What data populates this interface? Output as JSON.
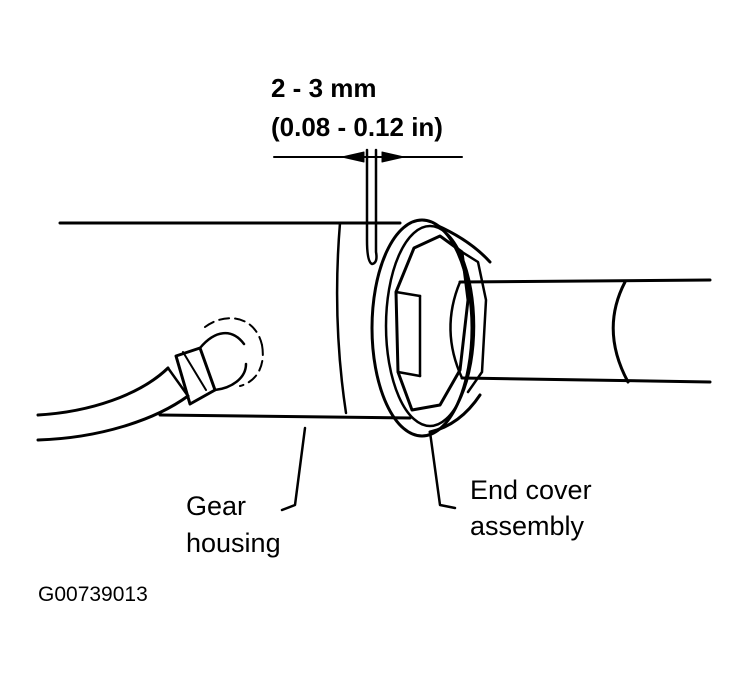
{
  "dimension": {
    "metric": "2 - 3 mm",
    "imperial": "(0.08 - 0.12 in)"
  },
  "labels": {
    "gear_housing": [
      "Gear",
      "housing"
    ],
    "end_cover": [
      "End cover",
      "assembly"
    ]
  },
  "figure_id": "G00739013",
  "colors": {
    "line": "#000000",
    "background": "#ffffff"
  }
}
